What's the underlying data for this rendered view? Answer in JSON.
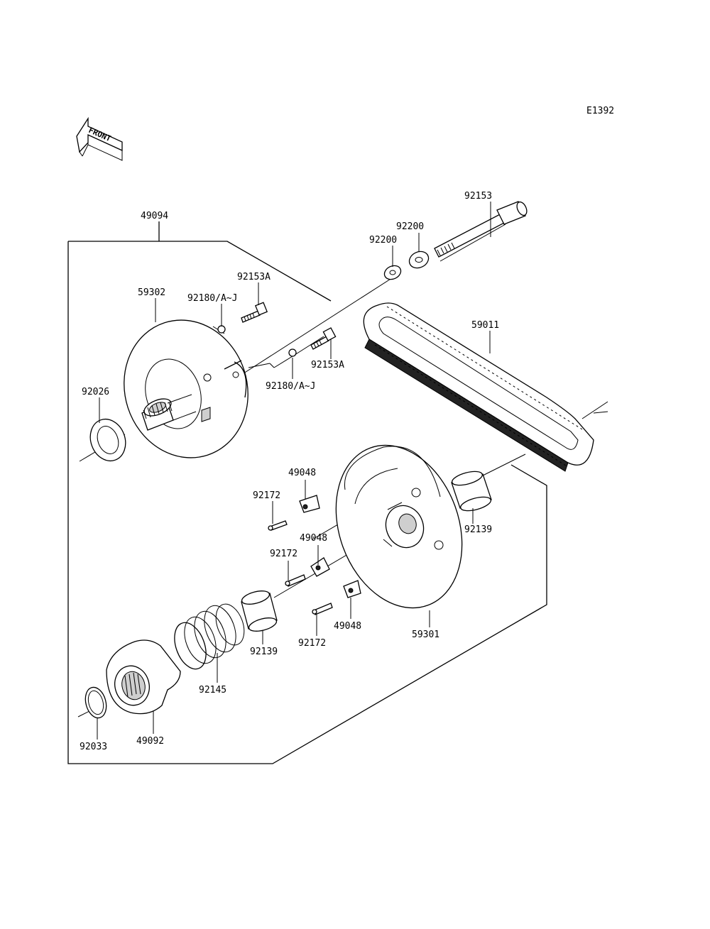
{
  "figure_code": "E1392",
  "front_label": "FRONT",
  "part_labels": {
    "p49094": "49094",
    "p92153": "92153",
    "p92200_a": "92200",
    "p92200_b": "92200",
    "p92153A_a": "92153A",
    "p92153A_b": "92153A",
    "p59302": "59302",
    "p92180_a": "92180/A~J",
    "p92180_b": "92180/A~J",
    "p59011": "59011",
    "p92026": "92026",
    "p49048_a": "49048",
    "p49048_b": "49048",
    "p49048_c": "49048",
    "p92172_a": "92172",
    "p92172_b": "92172",
    "p92172_c": "92172",
    "p92139_a": "92139",
    "p92139_b": "92139",
    "p59301": "59301",
    "p92145": "92145",
    "p92033": "92033",
    "p49092": "49092"
  }
}
